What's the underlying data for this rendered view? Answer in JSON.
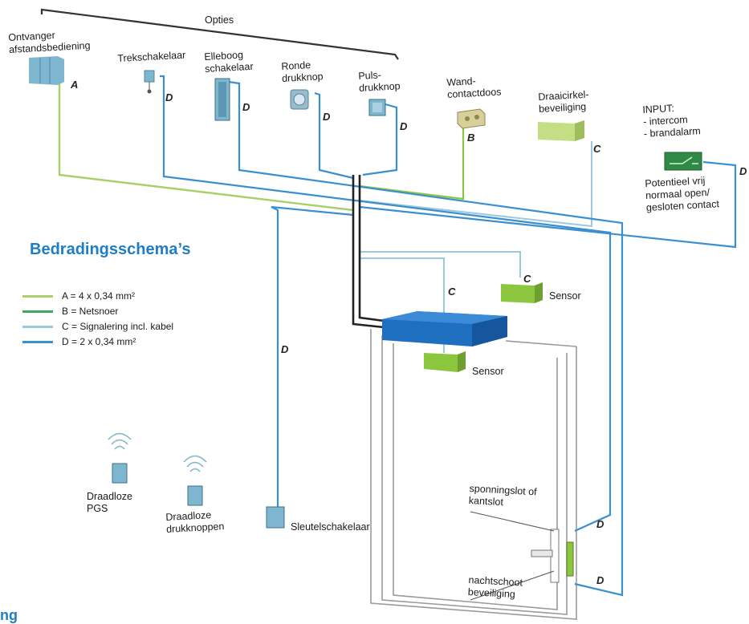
{
  "title": "Bedradingsschema’s",
  "title_partial": "ng",
  "options_label": "Opties",
  "components": {
    "receiver": "Ontvanger\nafstandsbediening",
    "pull_switch": "Trekschakelaar",
    "elbow_switch": "Elleboog\nschakelaar",
    "round_button": "Ronde\ndrukknop",
    "push_button": "Puls-\ndrukknop",
    "wall_socket": "Wand-\ncontactdoos",
    "rotation_guard": "Draaicirkel-\nbeveiliging",
    "input": "INPUT:\n- intercom\n- brandalarm",
    "contact": "Potentieel vrij\nnormaal open/\ngesloten contact",
    "sensor_top": "Sensor",
    "sensor_door": "Sensor",
    "wireless_pgs": "Draadloze\nPGS",
    "wireless_buttons": "Draadloze\ndrukknoppen",
    "key_switch": "Sleutelschakelaar",
    "lock": "sponningslot of\nkantslot",
    "night_latch": "nachtschoot\nbeveiliging"
  },
  "wire_tags": {
    "A": "A",
    "B": "B",
    "C": "C",
    "D": "D"
  },
  "legend": [
    {
      "text": "A = 4 x 0,34 mm²",
      "color": "#a9cf6a"
    },
    {
      "text": "B = Netsnoer",
      "color": "#3fa85a"
    },
    {
      "text": "C = Signalering incl. kabel",
      "color": "#9cc8dd"
    },
    {
      "text": "D = 2 x 0,34 mm²",
      "color": "#3a8fd0"
    }
  ],
  "colors": {
    "wire_a": "#a9cf6a",
    "wire_b": "#3fa85a",
    "wire_c": "#9cc8dd",
    "wire_d": "#3a8fd0",
    "operator": "#1f6fc0",
    "sensor": "#8cc63f",
    "device": "#7fb6cf"
  }
}
